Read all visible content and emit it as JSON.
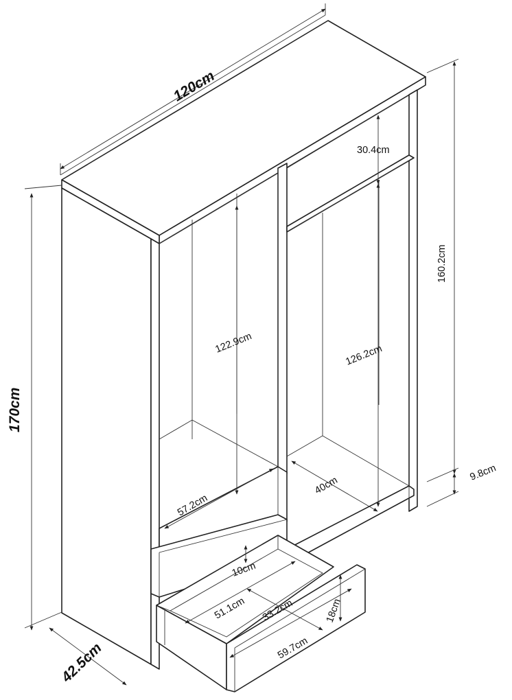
{
  "dimensions": {
    "width": "120cm",
    "height": "170cm",
    "depth": "42.5cm",
    "right_height": "160.2cm",
    "top_shelf_gap": "30.4cm",
    "left_hang_height": "122.9cm",
    "right_hang_height": "126.2cm",
    "base_height": "9.8cm",
    "right_floor_depth": "40cm",
    "left_floor_width": "57.2cm",
    "drawer_gap": "10cm",
    "drawer_inner_width": "51.1cm",
    "drawer_inner_depth": "33.2cm",
    "drawer_height": "18cm",
    "drawer_front_width": "59.7cm"
  }
}
